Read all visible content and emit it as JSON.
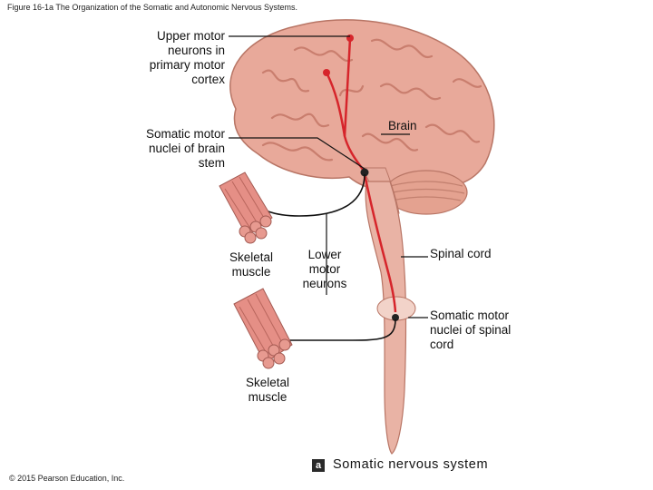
{
  "figure_caption": "Figure 16-1a The Organization of the Somatic and Autonomic Nervous Systems.",
  "labels": {
    "upper_motor": "Upper motor neurons in primary motor cortex",
    "brain": "Brain",
    "somatic_brain_stem": "Somatic motor nuclei of brain stem",
    "skeletal_muscle_1": "Skeletal muscle",
    "lower_motor": "Lower motor neurons",
    "spinal_cord": "Spinal cord",
    "somatic_spinal": "Somatic motor nuclei of spinal cord",
    "skeletal_muscle_2": "Skeletal muscle"
  },
  "panel": {
    "letter": "a",
    "title": "Somatic nervous system"
  },
  "copyright": "© 2015 Pearson Education, Inc.",
  "colors": {
    "brain": "#e8a99a",
    "gyri": "#c97e6e",
    "pathway": "#d6252b",
    "cord": "#e9b3a5",
    "muscle": "#e58f86"
  }
}
